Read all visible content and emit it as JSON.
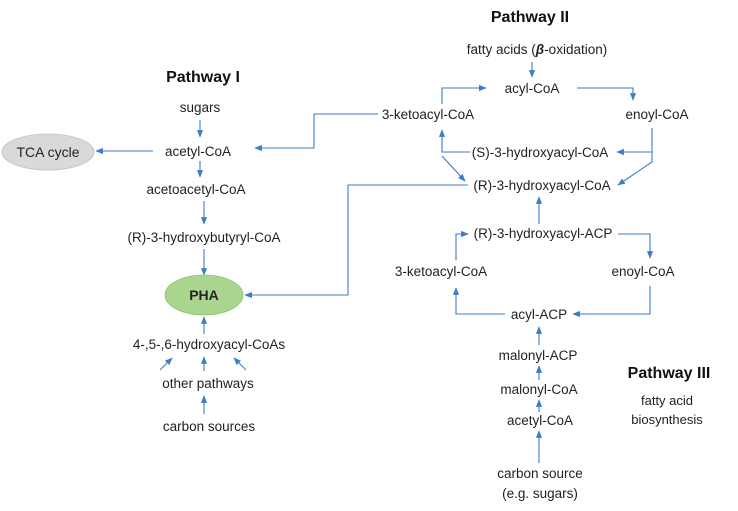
{
  "pathway1": {
    "title": "Pathway I",
    "sugars": "sugars",
    "acetyl_coa": "acetyl-CoA",
    "acetoacetyl_coa": "acetoacetyl-CoA",
    "hydroxybutyryl_coa": "(R)-3-hydroxybutyryl-CoA",
    "tca_cycle": "TCA cycle"
  },
  "pha": {
    "label": "PHA",
    "ellipse_color": "#a9d58f",
    "hydroxyacyl_coas": "4-,5-,6-hydroxyacyl-CoAs",
    "other_pathways": "other pathways",
    "carbon_sources": "carbon sources"
  },
  "pathway2": {
    "title": "Pathway II",
    "fatty_acids_pre": "fatty acids (",
    "fatty_acids_beta": "β",
    "fatty_acids_post": "-oxidation)",
    "acyl_coa": "acyl-CoA",
    "ketoacyl_coa": "3-ketoacyl-CoA",
    "enoyl_coa": "enoyl-CoA",
    "s_hydroxyacyl_coa": "(S)-3-hydroxyacyl-CoA",
    "r_hydroxyacyl_coa": "(R)-3-hydroxyacyl-CoA"
  },
  "pathway3": {
    "title": "Pathway III",
    "subtitle_line1": "fatty acid",
    "subtitle_line2": "biosynthesis",
    "r_hydroxyacyl_acp": "(R)-3-hydroxyacyl-ACP",
    "ketoacyl_coa": "3-ketoacyl-CoA",
    "enoyl_coa": "enoyl-CoA",
    "acyl_acp": "acyl-ACP",
    "malonyl_acp": "malonyl-ACP",
    "malonyl_coa": "malonyl-CoA",
    "acetyl_coa": "acetyl-CoA",
    "carbon_source_line1": "carbon source",
    "carbon_source_line2": "(e.g. sugars)"
  },
  "colors": {
    "arrow": "#3a7dc8",
    "tca_fill": "#d9d9d9"
  },
  "icons": [
    "arrow-head"
  ]
}
